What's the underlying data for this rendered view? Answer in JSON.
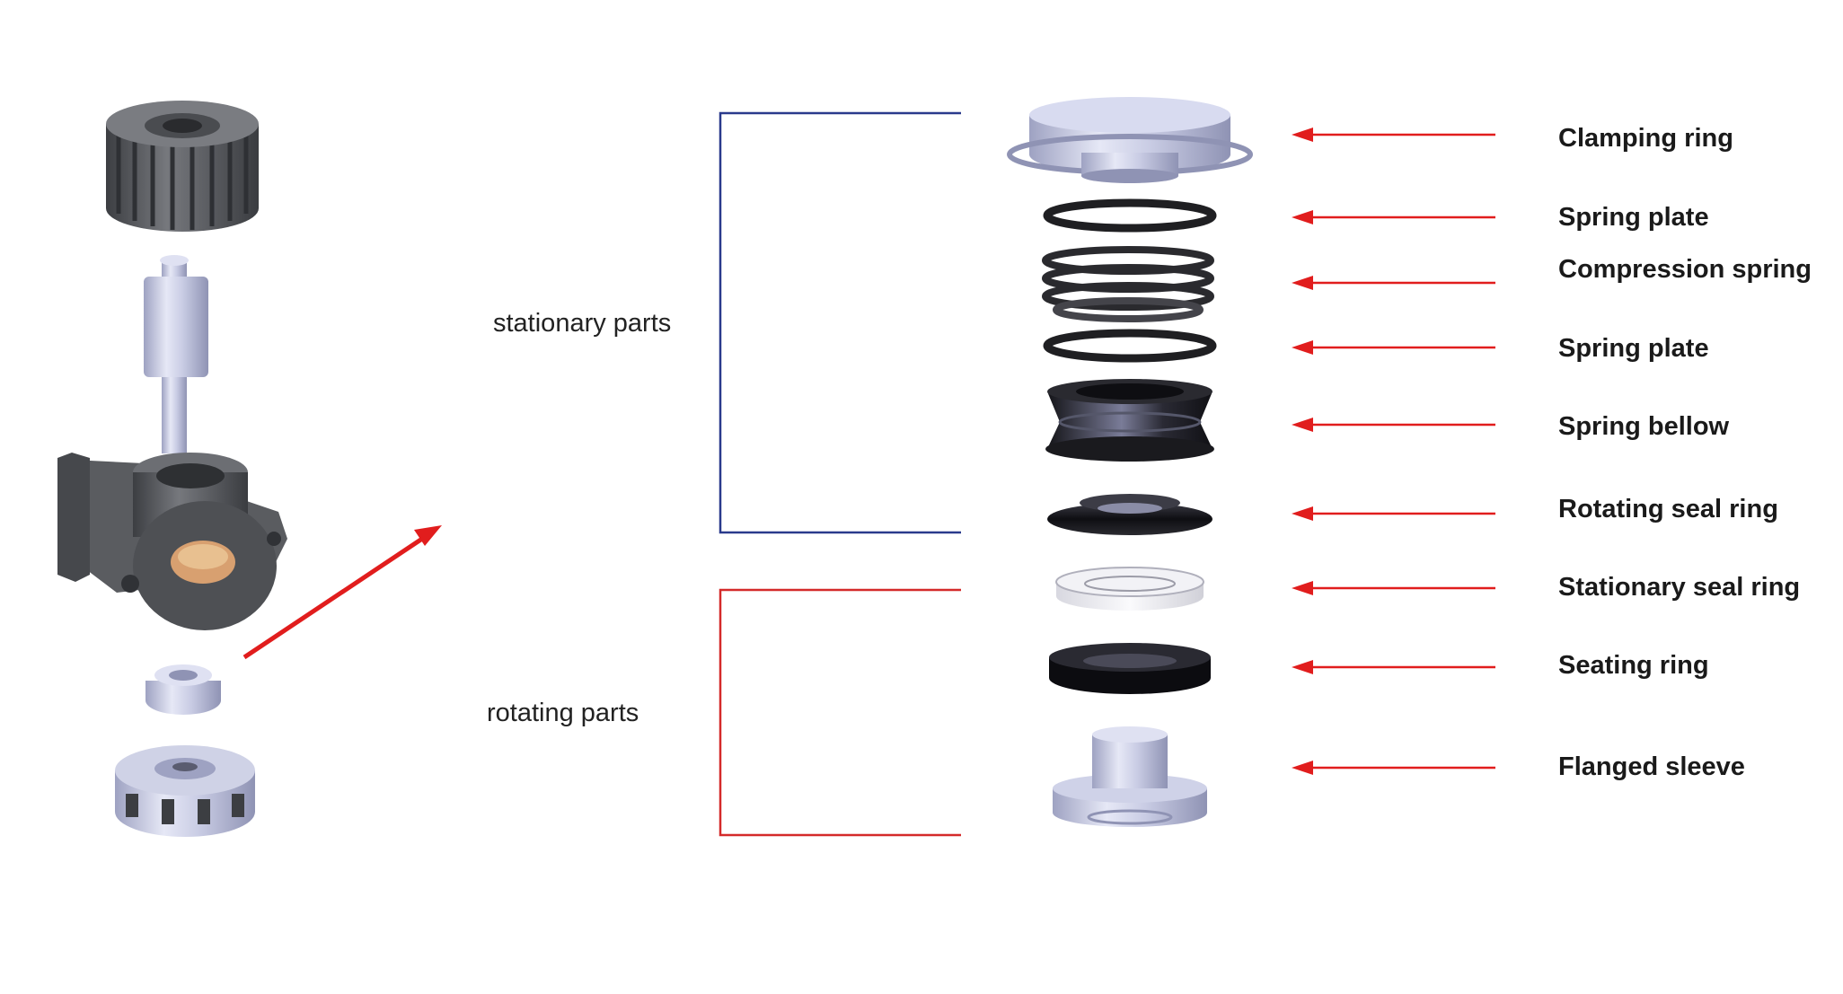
{
  "groups": {
    "stationary": {
      "label": "stationary parts",
      "color": "#2a3a8c"
    },
    "rotating": {
      "label": "rotating parts",
      "color": "#d42a2a"
    }
  },
  "parts": [
    {
      "id": "clamping-ring",
      "label": "Clamping ring"
    },
    {
      "id": "spring-plate-top",
      "label": "Spring plate"
    },
    {
      "id": "compression-spring",
      "label": "Compression spring"
    },
    {
      "id": "spring-plate-bottom",
      "label": "Spring plate"
    },
    {
      "id": "spring-bellow",
      "label": "Spring bellow"
    },
    {
      "id": "rotating-seal-ring",
      "label": "Rotating seal ring"
    },
    {
      "id": "stationary-seal-ring",
      "label": "Stationary seal ring"
    },
    {
      "id": "seating-ring",
      "label": "Seating ring"
    },
    {
      "id": "flanged-sleeve",
      "label": "Flanged sleeve"
    }
  ],
  "colors": {
    "arrow": "#e11d1d",
    "metal": "#c8cce6",
    "dark": "#1f1f22",
    "gray": "#5a5c60"
  }
}
